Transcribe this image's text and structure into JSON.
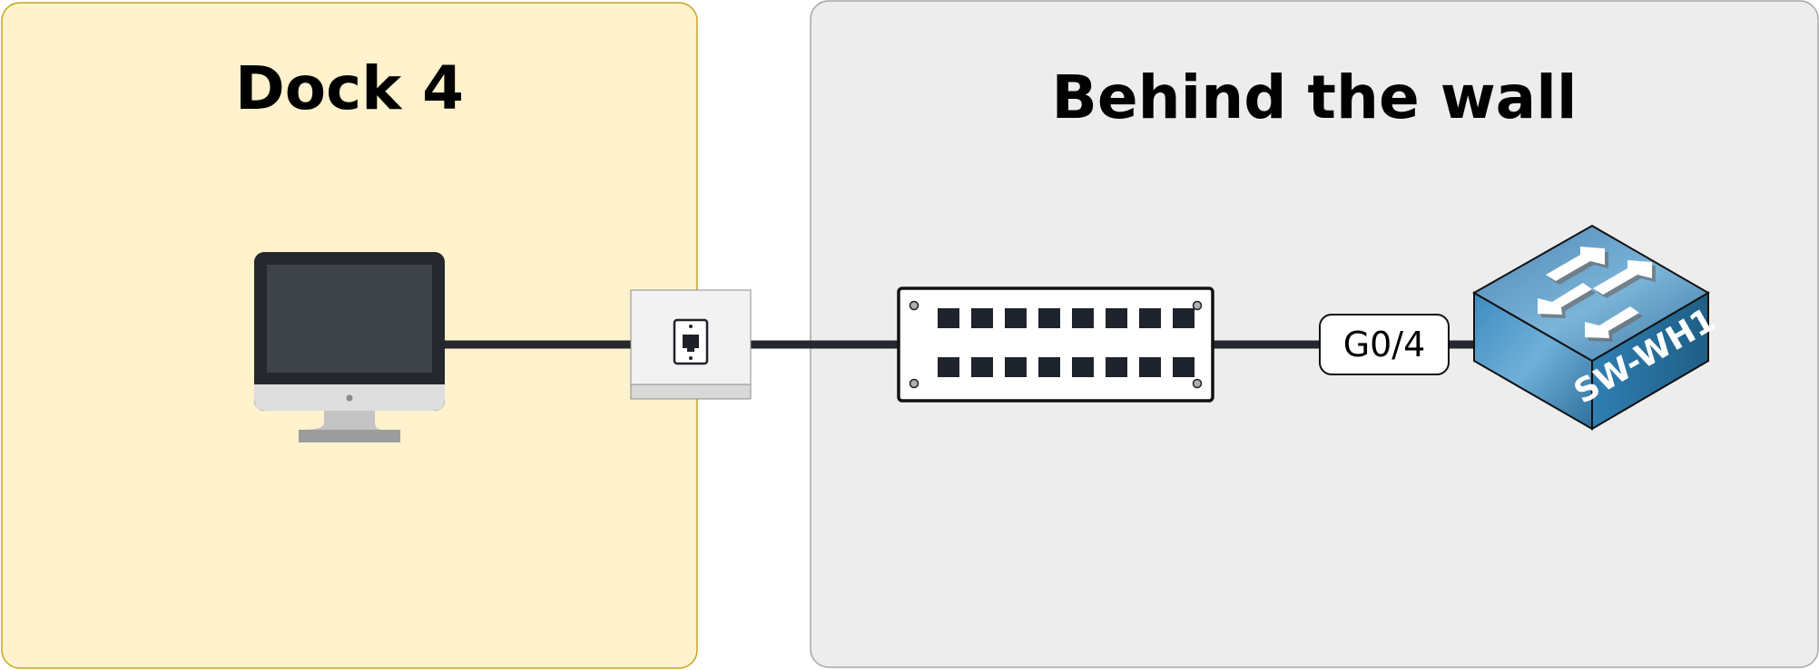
{
  "zones": {
    "left": {
      "title": "Dock 4",
      "fill": "#FFF2CC",
      "stroke": "#C8A41E"
    },
    "right": {
      "title": "Behind the wall",
      "fill": "#EDEDED",
      "stroke": "#A6A6A6"
    }
  },
  "cable": {
    "color": "#24272D"
  },
  "devices": {
    "computer": {
      "icon": "desktop-computer-icon"
    },
    "wall_outlet": {
      "icon": "ethernet-wall-jack-icon"
    },
    "patch_panel": {
      "icon": "patch-panel-icon"
    },
    "port_label": {
      "text": "G0/4"
    },
    "switch": {
      "icon": "network-switch-icon",
      "label": "SW-WH1",
      "color": "#3A8DB7"
    }
  }
}
